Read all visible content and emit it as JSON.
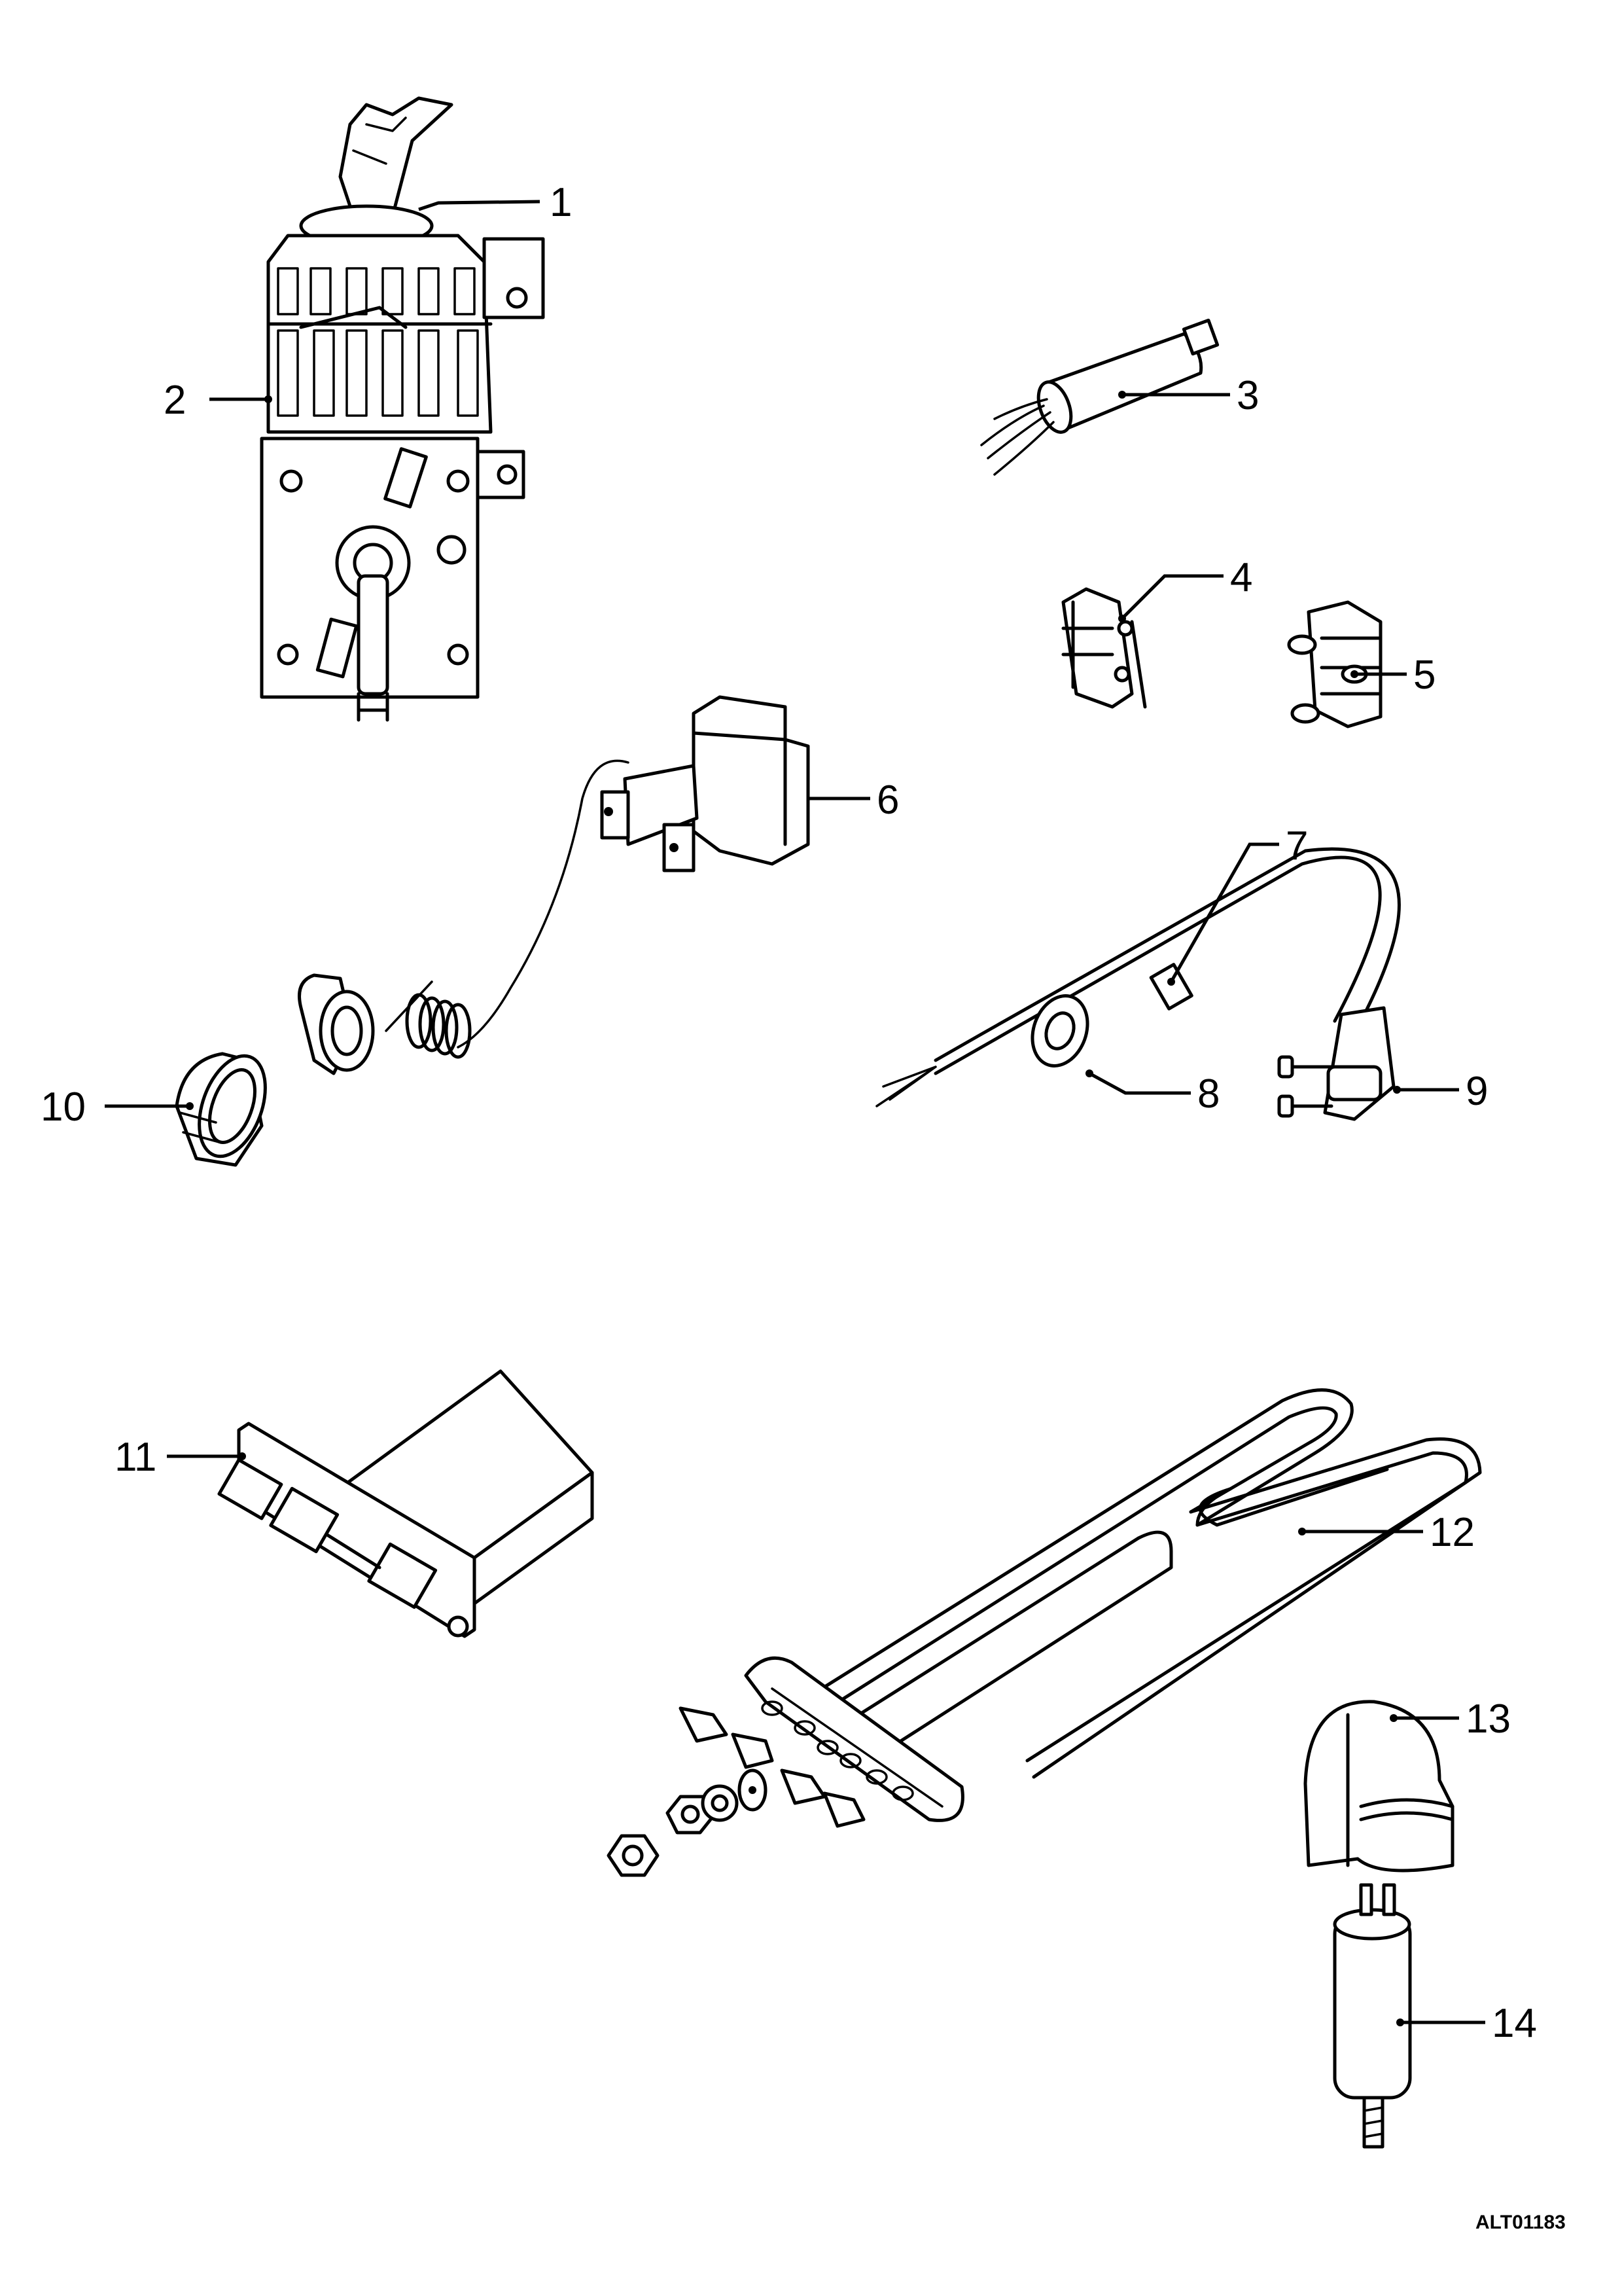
{
  "figure_code": "ALT01183",
  "callouts": [
    "1",
    "2",
    "3",
    "4",
    "5",
    "6",
    "7",
    "8",
    "9",
    "10",
    "11",
    "12",
    "13",
    "14"
  ],
  "colors": {
    "ink": "#000000",
    "paper": "#ffffff"
  }
}
